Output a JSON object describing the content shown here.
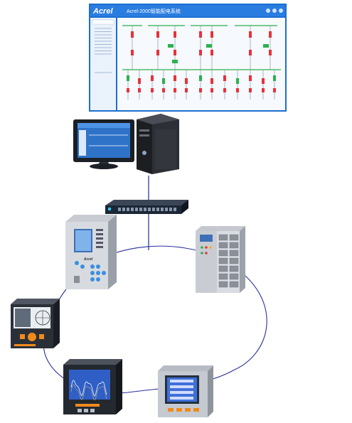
{
  "screen": {
    "brand": "Acrel",
    "system_title": "Acrel-2000智能配电系统",
    "menu_items": [
      "",
      "",
      "",
      "",
      "",
      "",
      "",
      "",
      ""
    ],
    "colors": {
      "frame": "#1d6fd0",
      "header": "#2a7de0",
      "panel": "#eaf2fb",
      "bus_green": "#2bb24c",
      "breaker_red": "#e8323a"
    }
  },
  "devices": {
    "monitor": {
      "name": "monitor-icon"
    },
    "server": {
      "name": "server-tower-icon"
    },
    "switch": {
      "name": "network-switch-icon"
    },
    "relay": {
      "name": "protection-relay-icon",
      "brand": "Acrel"
    },
    "cabinet": {
      "name": "switchgear-cabinet-icon"
    },
    "meter_left": {
      "name": "power-quality-meter-icon"
    },
    "meter_bottom_left": {
      "name": "harmonic-analyzer-icon"
    },
    "meter_bottom_right": {
      "name": "multifunction-meter-icon"
    }
  },
  "topology": {
    "link_color": "#1f2a9c",
    "ring_color": "#2b2f9e"
  }
}
